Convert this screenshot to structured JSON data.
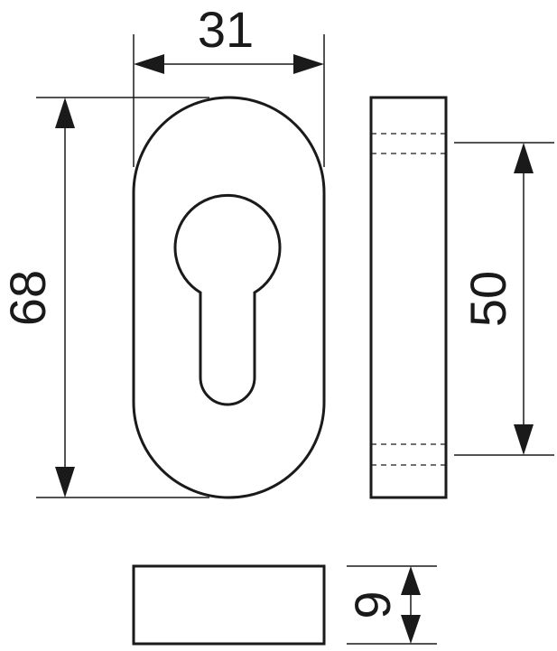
{
  "dimensions": {
    "width": "31",
    "height": "68",
    "hole_spacing": "50",
    "thickness": "9"
  },
  "colors": {
    "ink": "#1a1a1a",
    "background": "#ffffff"
  }
}
